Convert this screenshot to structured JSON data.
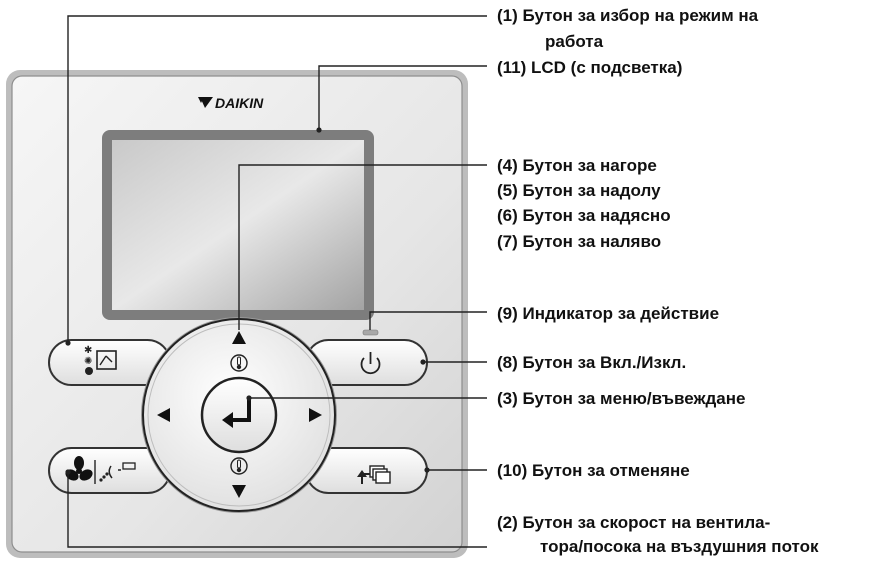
{
  "device": {
    "brand": "DAIKIN"
  },
  "callouts": {
    "mode_selector": {
      "line1": "(1) Бутон за избор на режим на",
      "line2": "работа"
    },
    "lcd": "(11) LCD (с подсветка)",
    "up": "(4) Бутон за нагоре",
    "down": "(5) Бутон за надолу",
    "right": "(6) Бутон за надясно",
    "left": "(7) Бутон за наляво",
    "operation_lamp": "(9) Индикатор за действие",
    "on_off": "(8) Бутон за Вкл./Изкл.",
    "menu_enter": "(3) Бутон за меню/въвеждане",
    "cancel": "(10) Бутон за отменяне",
    "fan_speed": {
      "line1": "(2) Бутон за скорост на вентила-",
      "line2": "тора/посока на въздушния поток"
    }
  },
  "colors": {
    "panel_light": "#f4f4f4",
    "panel_dark": "#d9d9d9",
    "screen_light": "#dcdcdc",
    "screen_dark": "#9a9a9a",
    "lamp": "#a8a8a8"
  }
}
